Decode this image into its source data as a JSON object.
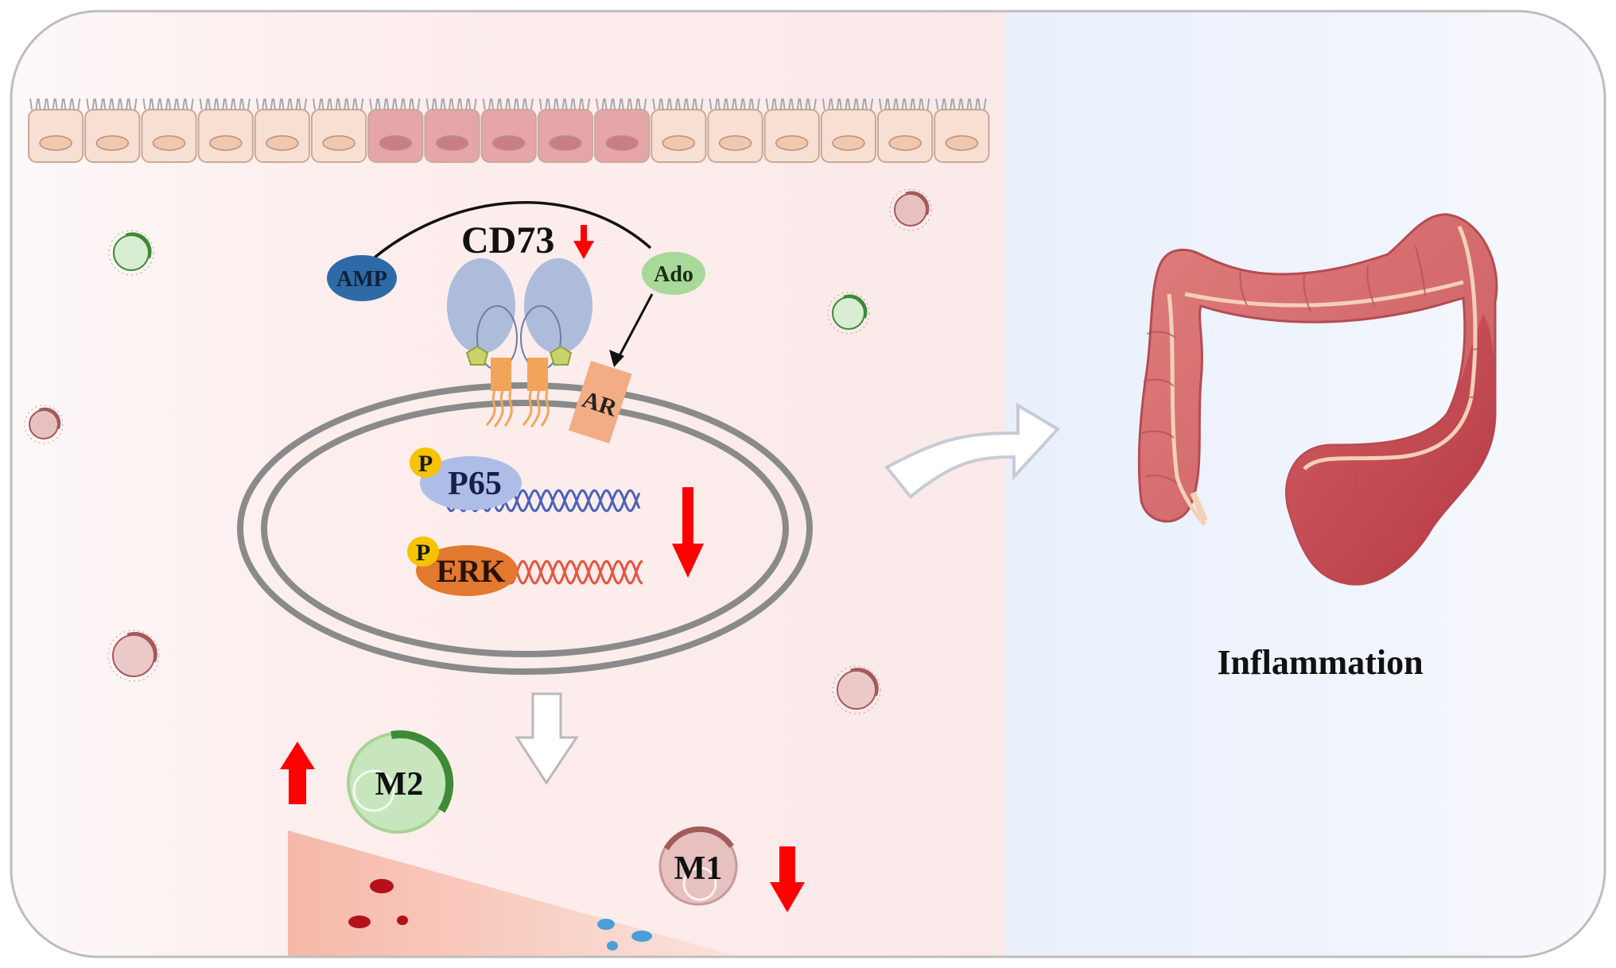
{
  "labels": {
    "cd73": "CD73",
    "amp": "AMP",
    "ado": "Ado",
    "ar": "AR",
    "p65": "P65",
    "erk": "ERK",
    "phospho": "P",
    "m1": "M1",
    "m2": "M2",
    "inflammation": "Inflammation"
  },
  "colors": {
    "left_panel": "#fdf1f1",
    "right_panel": "#eef3fc",
    "frame": "#c8c8c8",
    "arrow_red": "#ff0000",
    "amp": "#2e6aa6",
    "ado": "#a8d89a",
    "p65": "#aebde8",
    "erk": "#e3782f",
    "phospho": "#f5c300",
    "dna_blue": "#4a62b8",
    "dna_red": "#e3553e",
    "colon": "#d96c6c",
    "colon_dark": "#b93c48",
    "m1": "#d9a0a0",
    "m2": "#c7e6bd"
  },
  "icons": [
    "down-arrow-icon",
    "up-arrow-icon",
    "hollow-right-arrow-icon",
    "hollow-down-arrow-icon",
    "colon-icon",
    "epithelium-icon",
    "cell-membrane-icon"
  ]
}
